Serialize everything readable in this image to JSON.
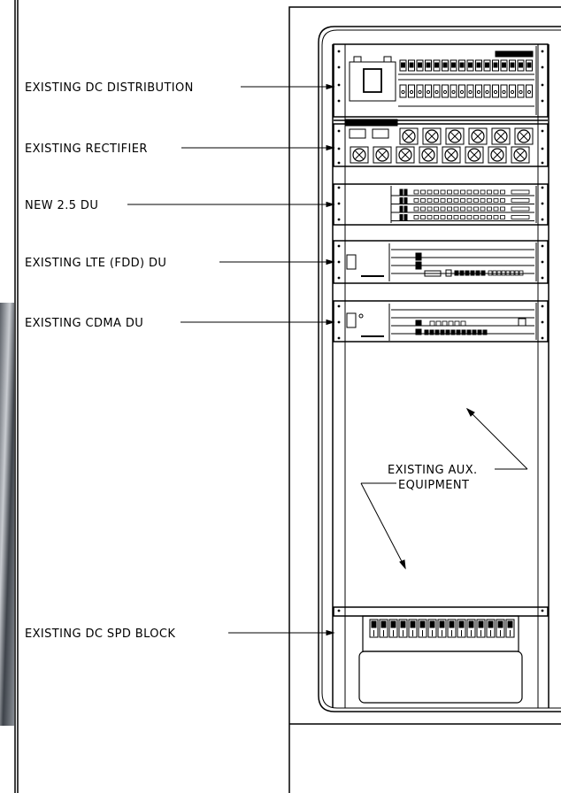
{
  "labels": {
    "dc_distribution": "EXISTING  DC  DISTRIBUTION",
    "rectifier": "EXISTING  RECTIFIER",
    "new_du": "NEW  2.5  DU",
    "lte_du": "EXISTING  LTE  (FDD)  DU",
    "cdma_du": "EXISTING  CDMA  DU",
    "spd_block": "EXISTING  DC  SPD  BLOCK",
    "aux_line1": "EXISTING  AUX.",
    "aux_line2": "EQUIPMENT"
  }
}
